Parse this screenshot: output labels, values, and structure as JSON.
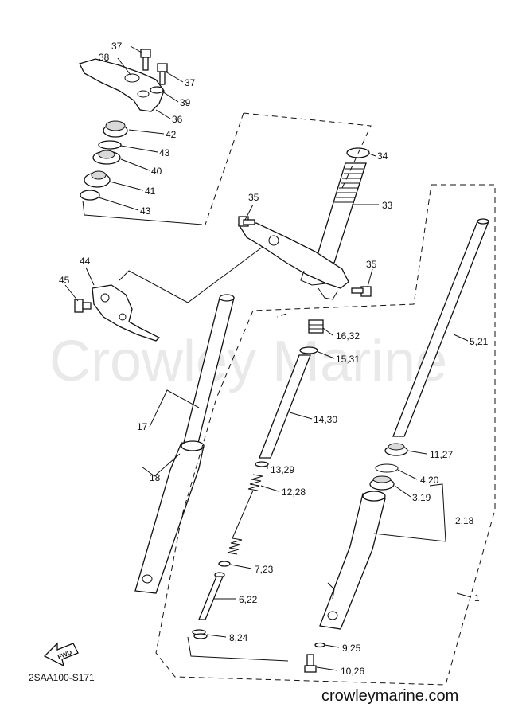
{
  "watermark": "Crowley Marine",
  "diagram_code": "2SAA100-S171",
  "website": "crowleymarine.com",
  "fwd_label": "FWD",
  "part_labels": {
    "p37a": "37",
    "p38": "38",
    "p37b": "37",
    "p39": "39",
    "p36": "36",
    "p42": "42",
    "p43a": "43",
    "p40": "40",
    "p41": "41",
    "p43b": "43",
    "p34": "34",
    "p35a": "35",
    "p33": "33",
    "p35b": "35",
    "p44": "44",
    "p45": "45",
    "p17": "17",
    "p18": "18",
    "p16_32": "16,32",
    "p15_31": "15,31",
    "p14_30": "14,30",
    "p13_29": "13,29",
    "p12_28": "12,28",
    "p7_23": "7,23",
    "p6_22": "6,22",
    "p8_24": "8,24",
    "p5_21": "5,21",
    "p11_27": "11,27",
    "p4_20": "4,20",
    "p3_19": "3,19",
    "p2_18": "2,18",
    "p1": "1",
    "p9_25": "9,25",
    "p10_26": "10,26"
  }
}
